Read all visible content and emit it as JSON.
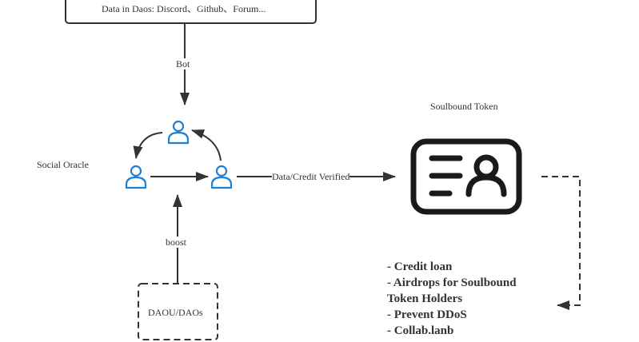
{
  "nodes": {
    "data_source": {
      "label": "Data in Daos: Discord、Github、Forum..."
    },
    "social_oracle": {
      "label": "Social Oracle"
    },
    "soulbound_token": {
      "label": "Soulbound Token",
      "icon": "id-card-icon"
    },
    "daou": {
      "label": "DAOU/DAOs"
    }
  },
  "edges": {
    "bot": {
      "label": "Bot"
    },
    "boost": {
      "label": "boost"
    },
    "verified": {
      "label": "Data/Credit Verified"
    }
  },
  "use_cases": {
    "lines": [
      "- Credit loan",
      "- Airdrops for Soulbound",
      "Token Holders",
      "- Prevent DDoS",
      "- Collab.lanb"
    ]
  },
  "colors": {
    "stroke": "#333333",
    "user_icon": "#1f7fd1"
  }
}
